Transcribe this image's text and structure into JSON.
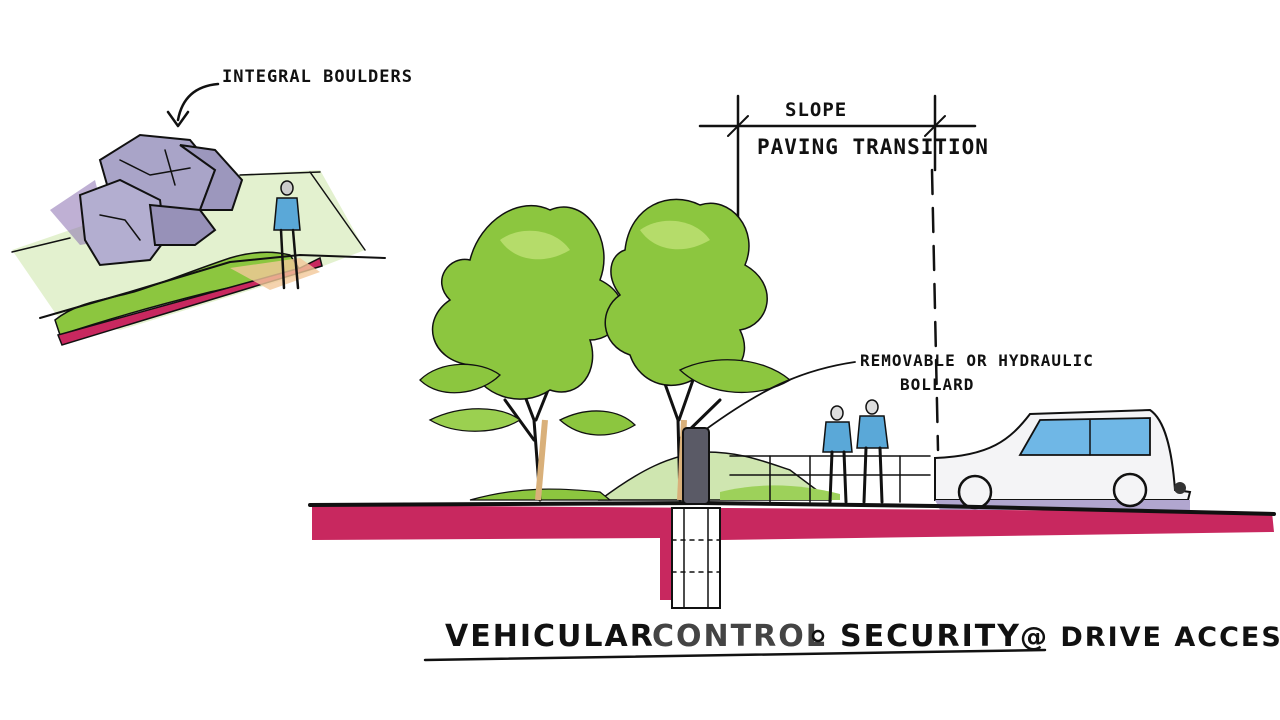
{
  "labels": {
    "integral_boulders": "INTEGRAL BOULDERS",
    "slope": "SLOPE",
    "paving_transition": "PAVING TRANSITION",
    "bollard_line1": "REMOVABLE OR HYDRAULIC",
    "bollard_line2": "BOLLARD",
    "title_part1": "VEHICULAR",
    "title_part2": "CONTROL",
    "title_part3": "SECURITY",
    "title_part4": "@ DRIVE ACCESS"
  },
  "colors": {
    "ground_magenta": "#c8285f",
    "tree_green": "#8cc63f",
    "tree_green_light": "#b5dc6a",
    "boulder_lavender": "#a9a4c8",
    "car_window_blue": "#6fb7e6",
    "car_body": "#f4f4f6",
    "person_blue": "#5aa8d8",
    "trunk_tan": "#d9b07a"
  }
}
